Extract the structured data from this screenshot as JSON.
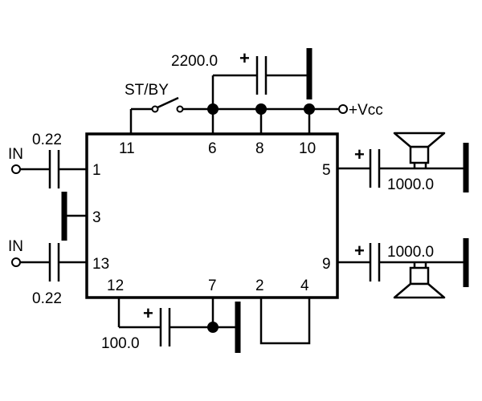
{
  "pins": {
    "p11": "11",
    "p6": "6",
    "p8": "8",
    "p10": "10",
    "p1": "1",
    "p3": "3",
    "p13": "13",
    "p5": "5",
    "p9": "9",
    "p12": "12",
    "p7": "7",
    "p2": "2",
    "p4": "4"
  },
  "labels": {
    "standby_switch": "ST/BY",
    "supply": "+Vcc",
    "input_top": "IN",
    "input_bottom": "IN",
    "cap_input_top": "0.22",
    "cap_input_bottom": "0.22",
    "cap_supply": "2200.0",
    "cap_output_top": "1000.0",
    "cap_output_bottom": "1000.0",
    "cap_pin12": "100.0",
    "plus_sign": "+"
  }
}
